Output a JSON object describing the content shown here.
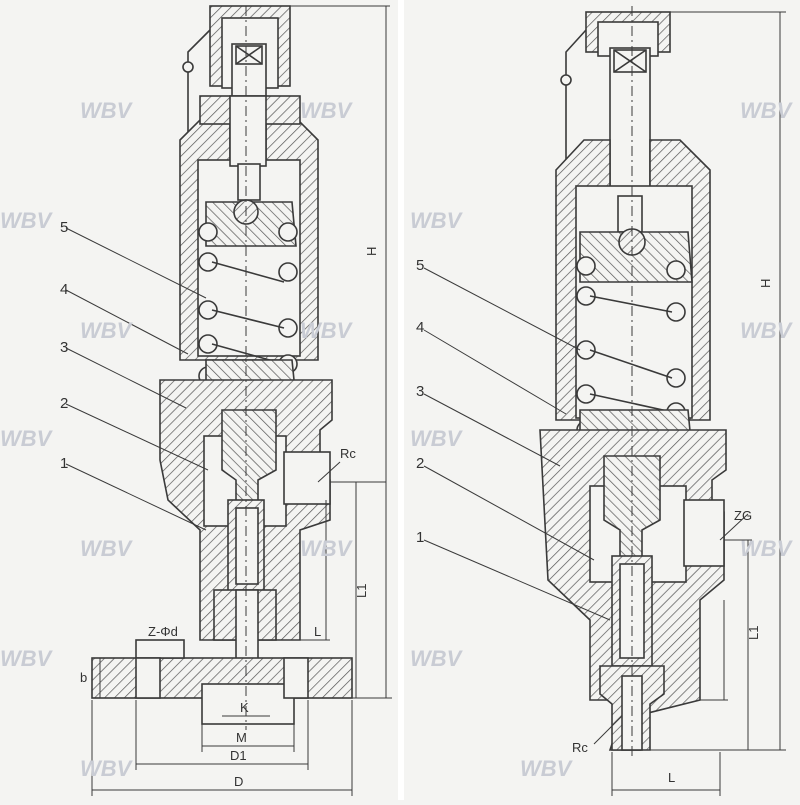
{
  "watermark": "WBV",
  "colors": {
    "ink": "#3a3a3a",
    "paper": "#f4f4f2",
    "hatch": "#555555",
    "watermark": "#c9ccd4"
  },
  "left_view": {
    "part_labels": [
      "5",
      "4",
      "3",
      "2",
      "1"
    ],
    "dims": {
      "H": "H",
      "L1": "L1",
      "L": "L",
      "Rc": "Rc",
      "ZPhid": "Z-Φd",
      "b": "b",
      "K": "K",
      "M": "M",
      "D1": "D1",
      "D": "D"
    }
  },
  "right_view": {
    "part_labels": [
      "5",
      "4",
      "3",
      "2",
      "1"
    ],
    "dims": {
      "H": "H",
      "L1": "L1",
      "L": "L",
      "ZG": "ZG",
      "Rc": "Rc"
    }
  }
}
